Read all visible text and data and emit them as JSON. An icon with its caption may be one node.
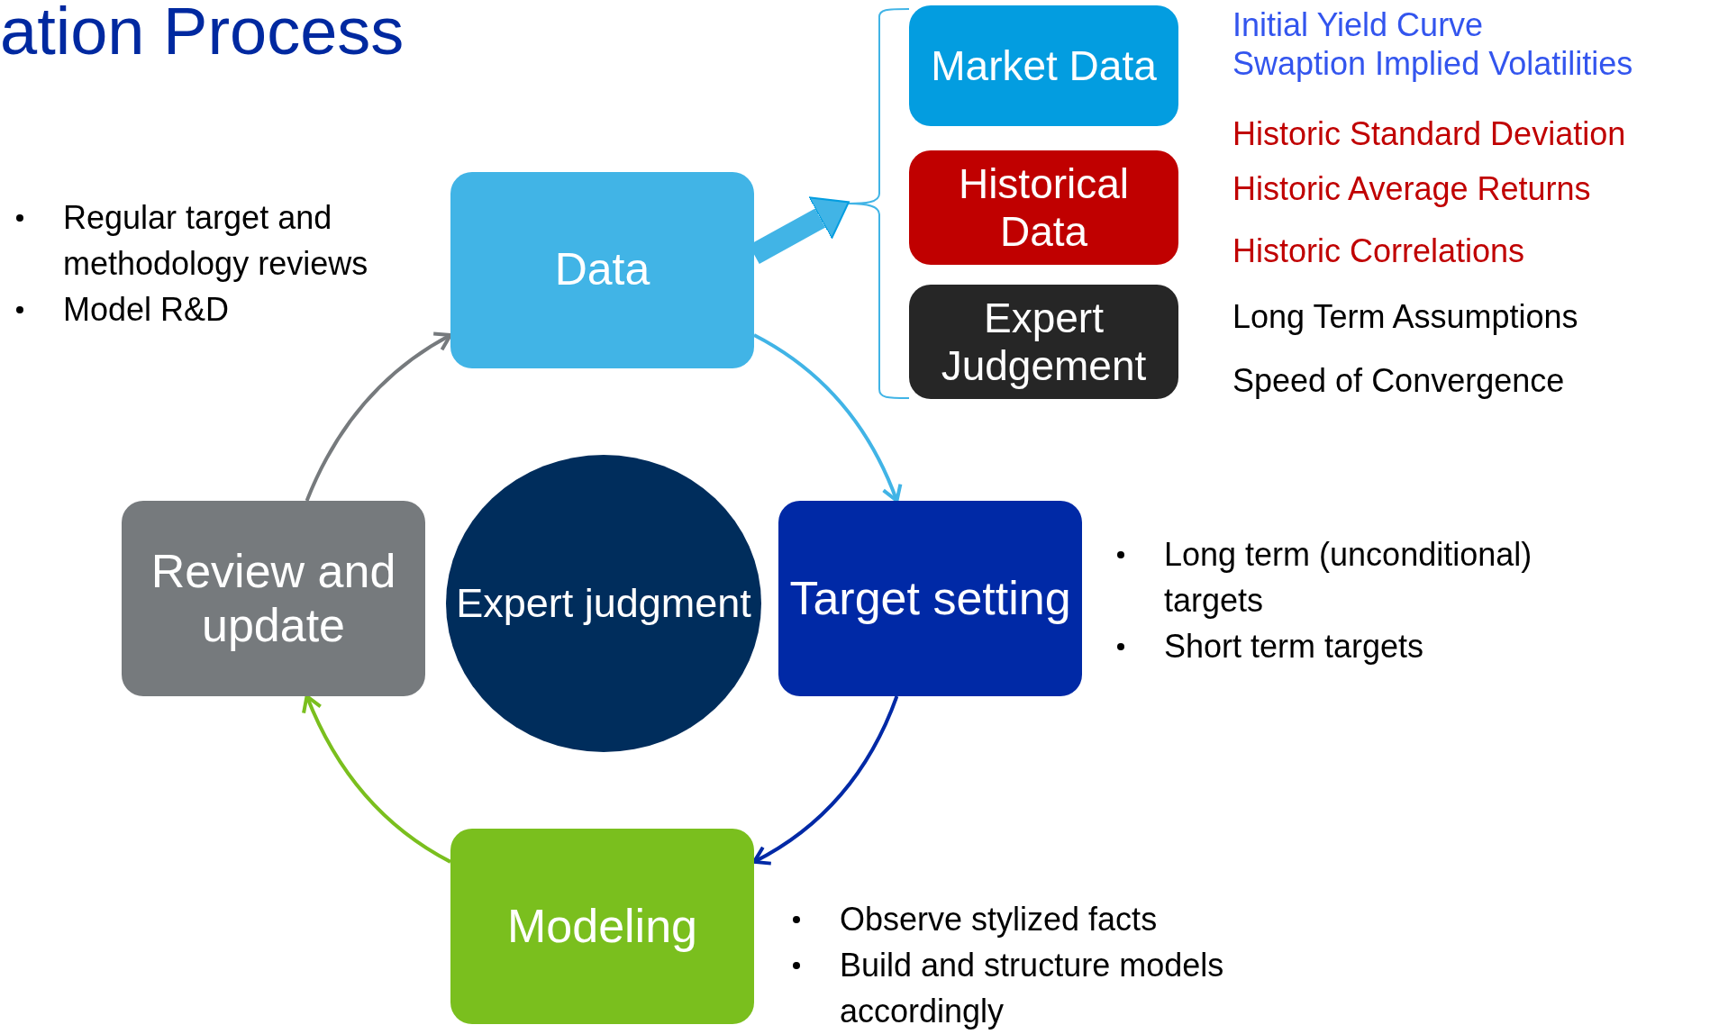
{
  "diagram": {
    "title": "ation Process",
    "nodes": [
      {
        "text": [
          "Data"
        ]
      },
      {
        "text": [
          "Market Data"
        ],
        "beside": [
          "Initial Yield Curve",
          "Swaption Implied Volatilities"
        ]
      },
      {
        "text": [
          "Historical Data"
        ],
        "beside": [
          "Historic Standard Deviation",
          "Historic Average Returns",
          "Historic Correlations"
        ]
      },
      {
        "text": [
          "Expert Judgement"
        ],
        "beside": [
          "Long Term Assumptions",
          "Speed of Convergence"
        ]
      },
      {
        "text": [
          "Target setting"
        ],
        "beside": [
          "Long term (unconditional) targets",
          "Short term targets"
        ]
      },
      {
        "text": [
          "Expert judgment"
        ]
      },
      {
        "text": [
          "Review and update"
        ],
        "beside": [
          "Regular target and methodology reviews",
          "Model R&D"
        ]
      },
      {
        "text": [
          "Modeling"
        ],
        "beside": [
          "Observe stylized facts",
          "Build and structure models accordingly"
        ]
      }
    ],
    "edges": [
      {
        "from": 0,
        "to": 4,
        "arrow": "to",
        "color": "#41b4e6"
      },
      {
        "from": 4,
        "to": 7,
        "arrow": "to",
        "color": "#0029a6"
      },
      {
        "from": 7,
        "to": 6,
        "arrow": "to",
        "color": "#7abf1e"
      },
      {
        "from": 6,
        "to": 0,
        "arrow": "to",
        "color": "#767a7d"
      },
      {
        "from": 0,
        "to": 2,
        "arrow": "to",
        "style": "thick",
        "color": "#41b4e6"
      }
    ]
  }
}
